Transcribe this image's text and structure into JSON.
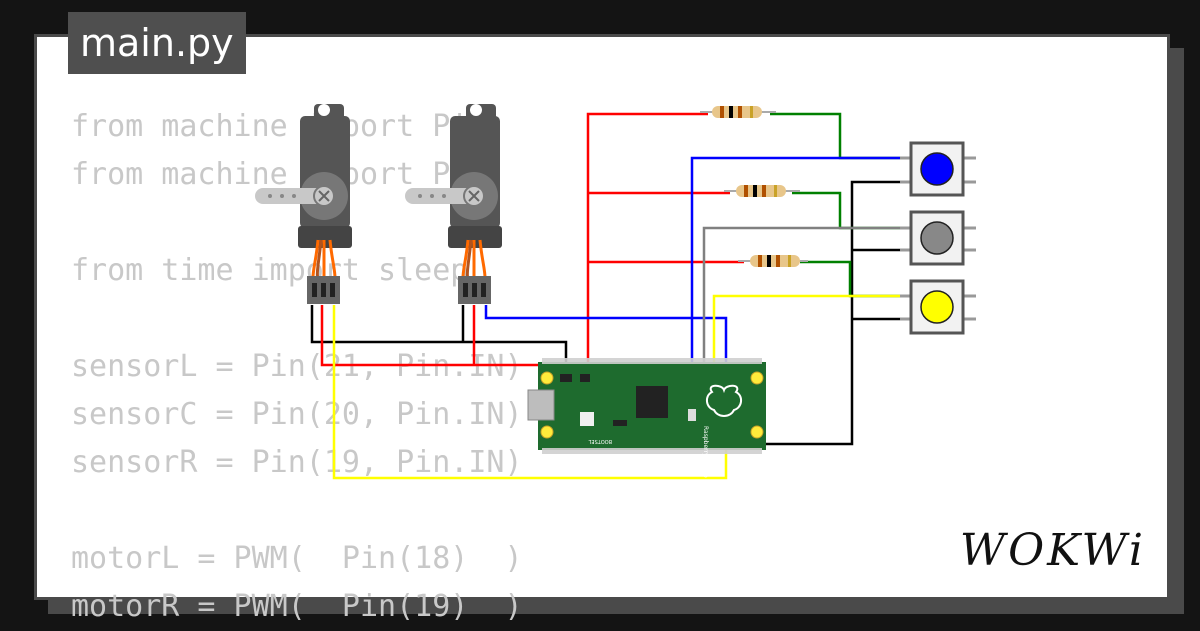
{
  "editor": {
    "filename": "main.py",
    "code_lines": [
      "from machine import Pin",
      "from machine import PWM",
      "",
      "from time import sleep",
      "",
      "sensorL = Pin(21, Pin.IN)",
      "sensorC = Pin(20, Pin.IN)",
      "sensorR = Pin(19, Pin.IN)",
      "",
      "motorL = PWM(  Pin(18)  )",
      "motorR = PWM(  Pin(19)  )"
    ]
  },
  "board": {
    "label": "Raspberry Pi Pico © 2020",
    "boot_label": "BOOTSEL"
  },
  "buttons": [
    {
      "name": "blue",
      "color": "#0000ff"
    },
    {
      "name": "gray",
      "color": "#888888"
    },
    {
      "name": "yellow",
      "color": "#ffff00"
    }
  ],
  "wire_colors": {
    "red": "#ff0000",
    "black": "#000000",
    "blue": "#0000ff",
    "green": "#008000",
    "gray": "#808080",
    "yellow": "#ffff00"
  },
  "brand": {
    "logo": "WOKWi"
  }
}
